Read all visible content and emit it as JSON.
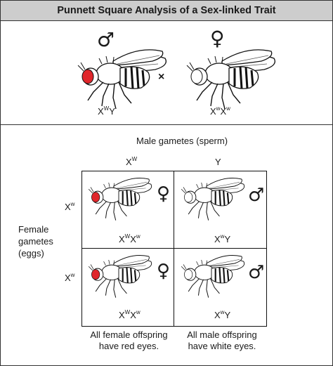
{
  "title": "Punnett Square Analysis of a Sex-linked Trait",
  "symbols": {
    "male": "♂",
    "female": "♀",
    "cross": "×"
  },
  "parents": {
    "male": {
      "genotype": {
        "base1": "X",
        "sup1": "W",
        "base2": "Y",
        "sup2": ""
      },
      "eye_color": "#e0262b"
    },
    "female": {
      "genotype": {
        "base1": "X",
        "sup1": "w",
        "base2": "X",
        "sup2": "w"
      },
      "eye_color": "#ffffff"
    }
  },
  "gametes": {
    "male_header": "Male gametes (sperm)",
    "male": [
      {
        "base": "X",
        "sup": "W"
      },
      {
        "base": "Y",
        "sup": ""
      }
    ],
    "female_header_lines": [
      "Female",
      "gametes",
      "(eggs)"
    ],
    "female": [
      {
        "base": "X",
        "sup": "w"
      },
      {
        "base": "X",
        "sup": "w"
      }
    ]
  },
  "offspring": [
    {
      "sex": "female",
      "genotype": {
        "base1": "X",
        "sup1": "W",
        "base2": "X",
        "sup2": "w"
      },
      "eye_color": "#e0262b"
    },
    {
      "sex": "male",
      "genotype": {
        "base1": "X",
        "sup1": "w",
        "base2": "Y",
        "sup2": ""
      },
      "eye_color": "#ffffff"
    },
    {
      "sex": "female",
      "genotype": {
        "base1": "X",
        "sup1": "W",
        "base2": "X",
        "sup2": "w"
      },
      "eye_color": "#e0262b"
    },
    {
      "sex": "male",
      "genotype": {
        "base1": "X",
        "sup1": "w",
        "base2": "Y",
        "sup2": ""
      },
      "eye_color": "#ffffff"
    }
  ],
  "notes": {
    "female": [
      "All female offspring",
      "have red eyes."
    ],
    "male": [
      "All male offspring",
      "have white eyes."
    ]
  }
}
